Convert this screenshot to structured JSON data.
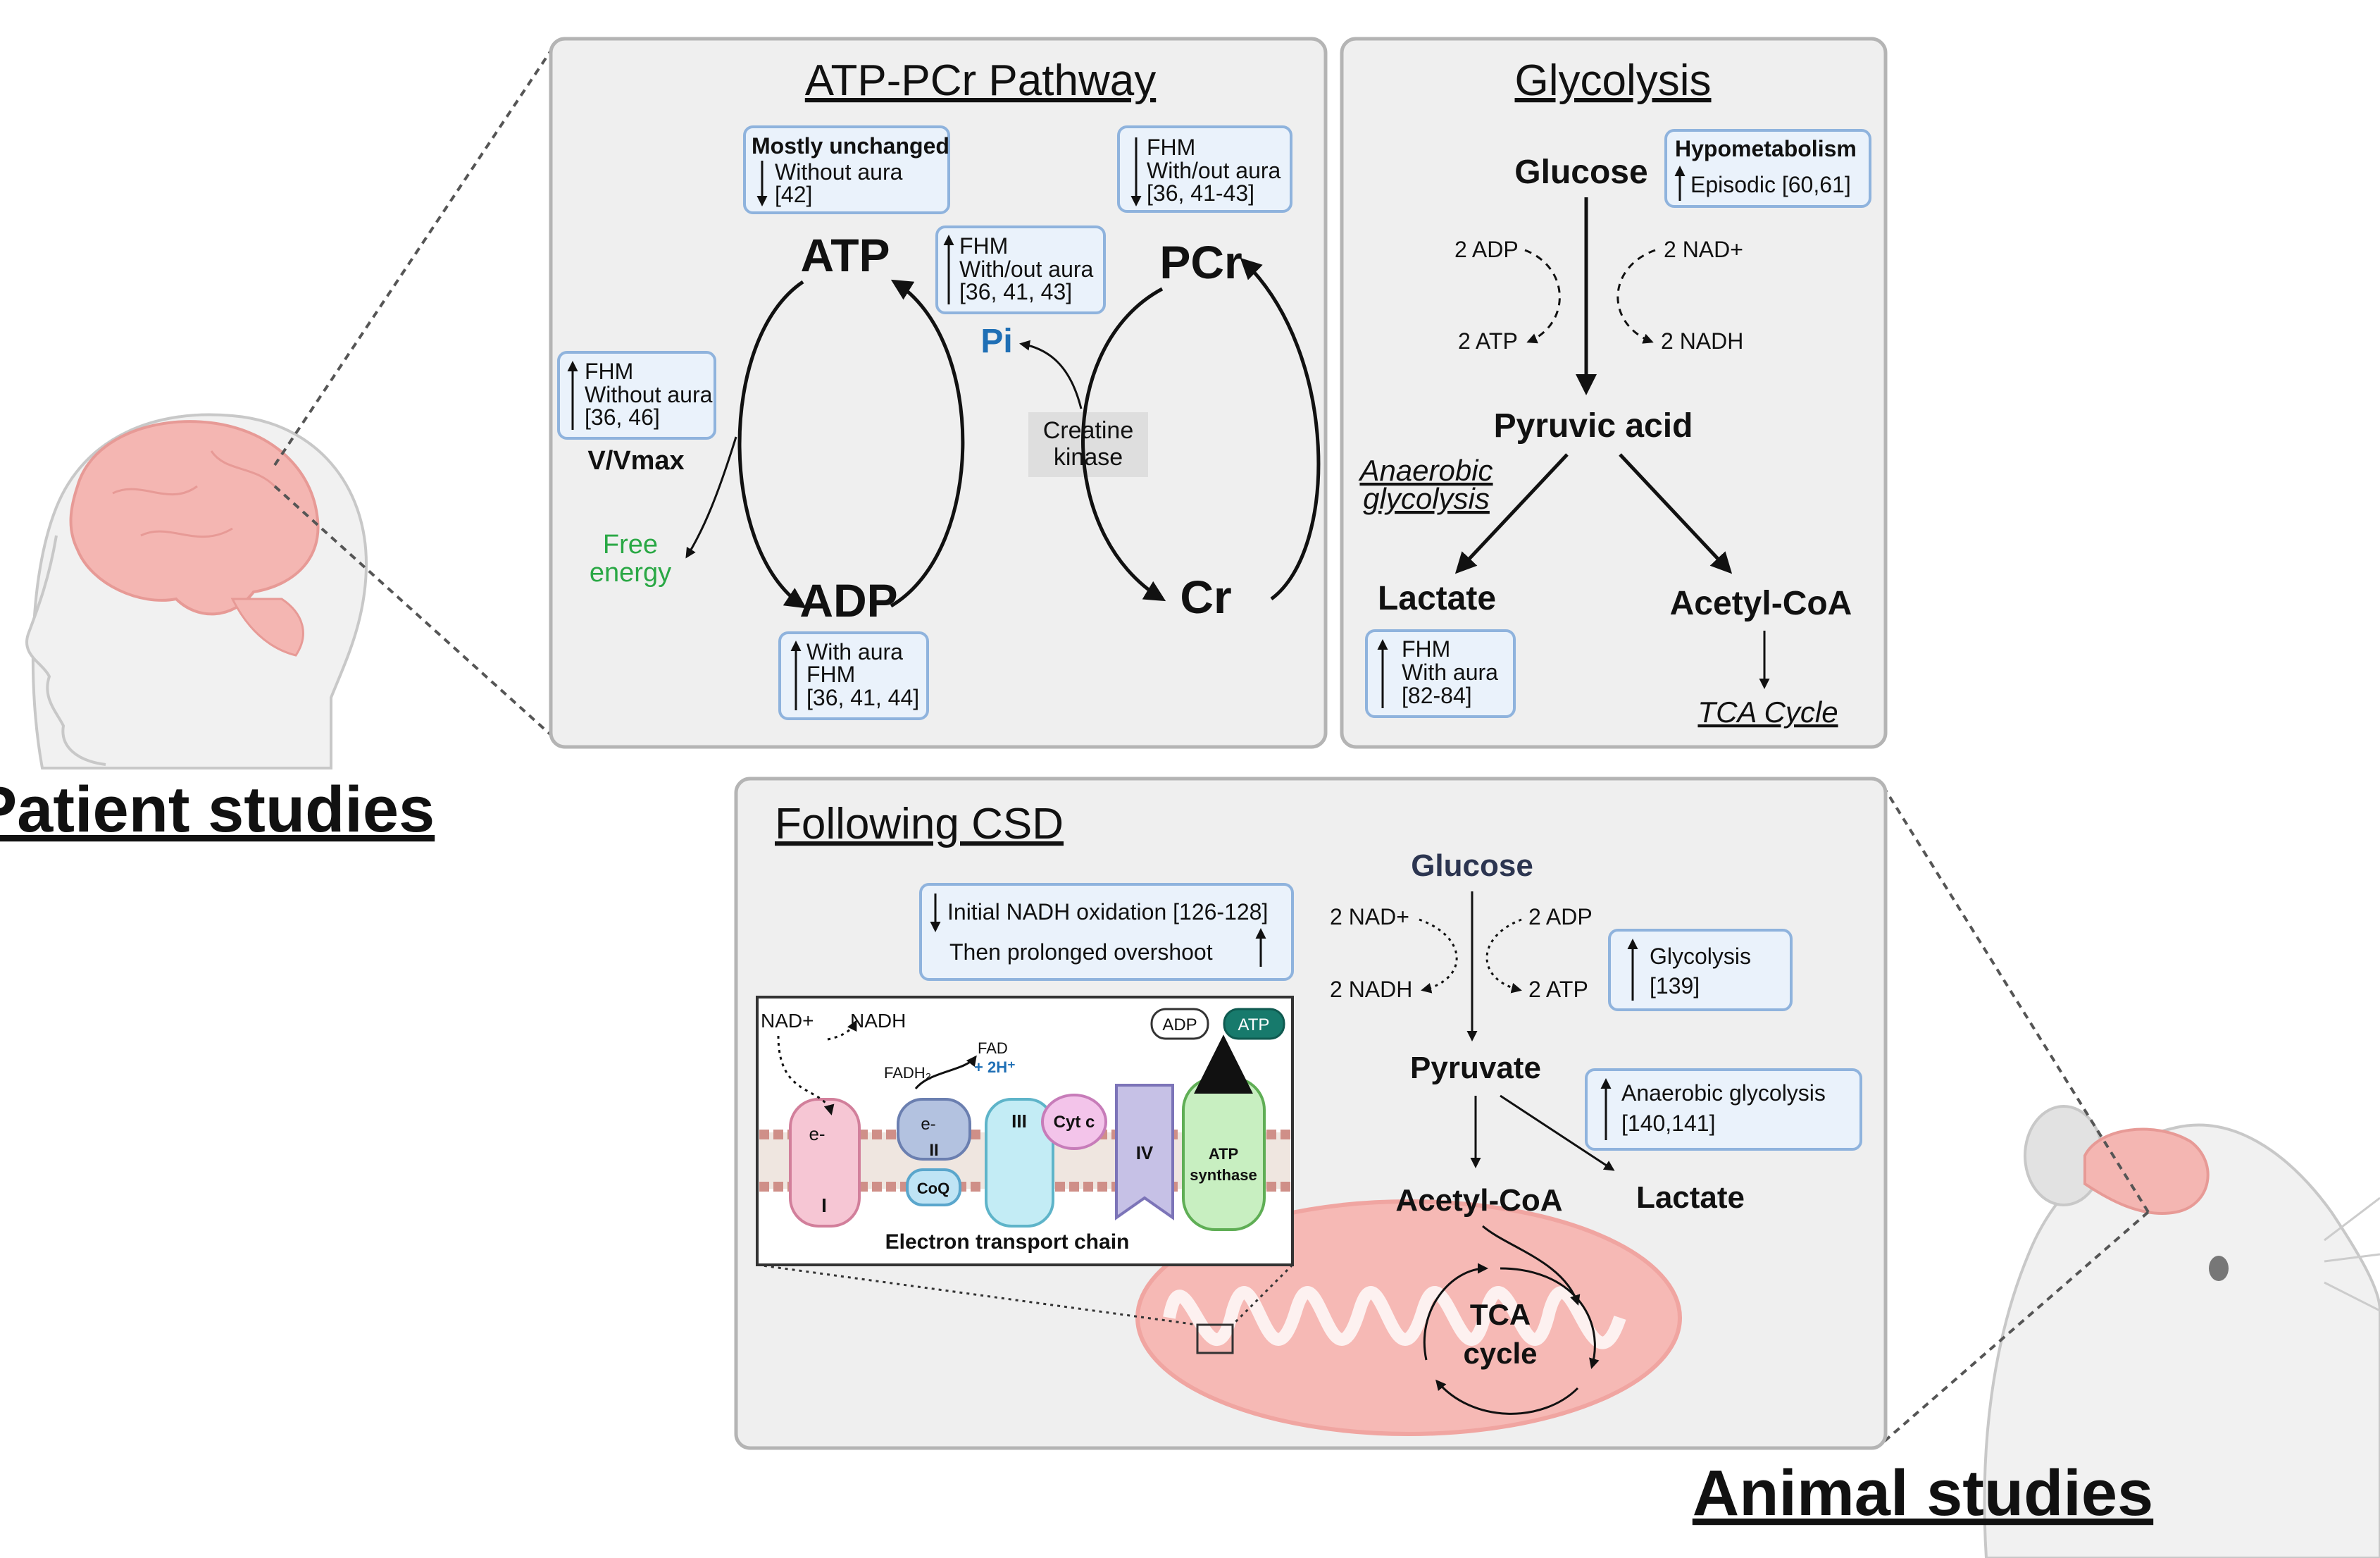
{
  "labels": {
    "patient_studies": "Patient studies",
    "animal_studies": "Animal studies"
  },
  "atp_pcr": {
    "title": "ATP-PCr Pathway",
    "atp": "ATP",
    "adp": "ADP",
    "pcr": "PCr",
    "cr": "Cr",
    "pi": "Pi",
    "creatine_kinase": [
      "Creatine",
      "kinase"
    ],
    "vvmax": "V/Vmax",
    "free_energy": [
      "Free",
      "energy"
    ],
    "box_atp": [
      "Mostly unchanged",
      "Without aura",
      "[42]"
    ],
    "box_pcr": [
      "FHM",
      "With/out aura",
      "[36, 41-43]"
    ],
    "box_pi": [
      "FHM",
      "With/out aura",
      "[36, 41, 43]"
    ],
    "box_vvmax": [
      "FHM",
      "Without aura",
      "[36, 46]"
    ],
    "box_adp": [
      "With aura",
      "FHM",
      "[36, 41, 44]"
    ]
  },
  "glycolysis": {
    "title": "Glycolysis",
    "glucose": "Glucose",
    "two_adp": "2 ADP",
    "two_atp": "2 ATP",
    "two_nad": "2 NAD+",
    "two_nadh": "2 NADH",
    "pyruvic_acid": "Pyruvic acid",
    "anaerobic": [
      "Anaerobic",
      "glycolysis"
    ],
    "lactate": "Lactate",
    "acetyl_coa": "Acetyl-CoA",
    "tca": "TCA Cycle",
    "box_hypo": [
      "Hypometabolism",
      "Episodic [60,61]"
    ],
    "box_lactate": [
      "FHM",
      "With aura",
      "[82-84]"
    ]
  },
  "csd": {
    "title": "Following CSD",
    "nadh_box": [
      "Initial NADH oxidation [126-128]",
      "Then prolonged overshoot"
    ],
    "glucose": "Glucose",
    "two_nad": "2 NAD+",
    "two_nadh": "2 NADH",
    "two_adp": "2 ADP",
    "two_atp": "2 ATP",
    "pyruvate": "Pyruvate",
    "acetyl_coa": "Acetyl-CoA",
    "lactate": "Lactate",
    "tca": [
      "TCA",
      "cycle"
    ],
    "box_glyco": [
      "Glycolysis",
      "[139]"
    ],
    "box_anaer": [
      "Anaerobic glycolysis",
      "[140,141]"
    ],
    "etc": {
      "nad": "NAD+",
      "nadh": "NADH",
      "e1": "e-",
      "e2": "e-",
      "fadh2": "FADH₂",
      "fad": "FAD",
      "h": "+ 2H⁺",
      "c1": "I",
      "c2": "II",
      "c3": "III",
      "c4": "IV",
      "coq": "CoQ",
      "cytc": "Cyt c",
      "synthase": [
        "ATP",
        "synthase"
      ],
      "adp": "ADP",
      "atp": "ATP",
      "caption": "Electron transport chain"
    }
  },
  "colors": {
    "pi": "#1f6fb5",
    "free_energy": "#2aa845",
    "glucose_csd": "#2c3550",
    "brain": "#f4b6b2",
    "mito": "#f2a9a5"
  }
}
